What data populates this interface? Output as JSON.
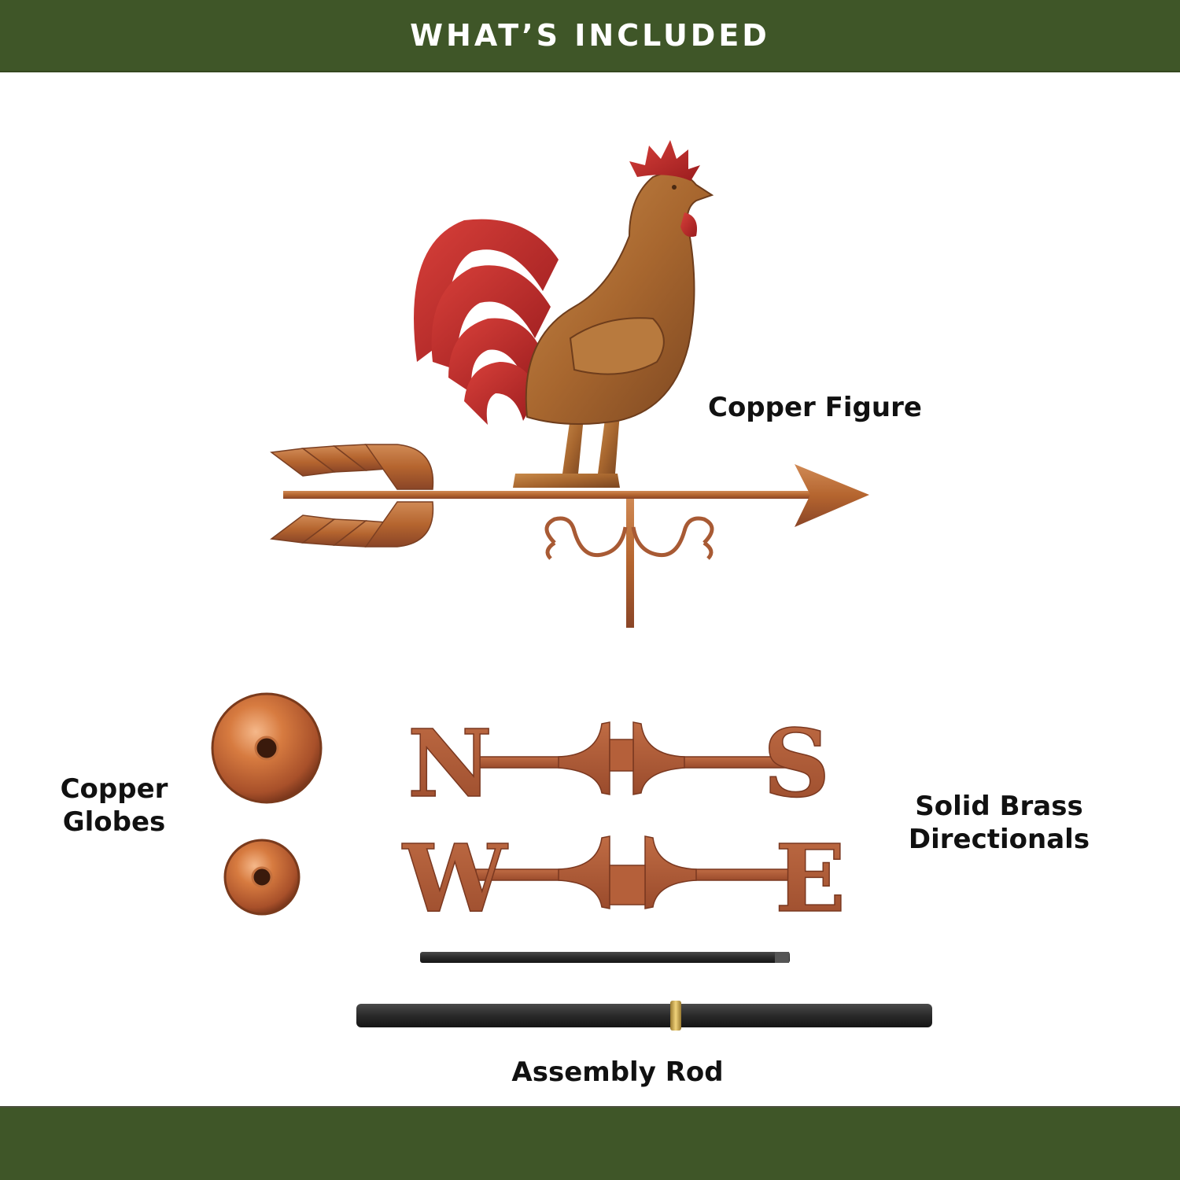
{
  "header": {
    "title": "WHAT’S INCLUDED",
    "background_color": "#3f5628",
    "text_color": "#ffffff"
  },
  "footer": {
    "background_color": "#3f5628"
  },
  "items": [
    {
      "id": "copper-figure",
      "label": "Copper Figure",
      "illustration": "rooster-weathervane-with-arrow"
    },
    {
      "id": "copper-globes",
      "label_line1": "Copper",
      "label_line2": "Globes",
      "illustration": "two-copper-globes"
    },
    {
      "id": "directionals",
      "label_line1": "Solid Brass",
      "label_line2": "Directionals",
      "letters": [
        "N",
        "S",
        "W",
        "E"
      ],
      "illustration": "compass-directionals"
    },
    {
      "id": "assembly-rod",
      "label": "Assembly Rod",
      "illustration": "two-black-rods"
    }
  ],
  "colors": {
    "copper": "#b8653a",
    "copper_dark": "#8a4527",
    "rooster_red": "#c0282a",
    "rooster_body": "#a8672f",
    "rod_black": "#2a2a2a",
    "brass_band": "#c9a24a"
  }
}
